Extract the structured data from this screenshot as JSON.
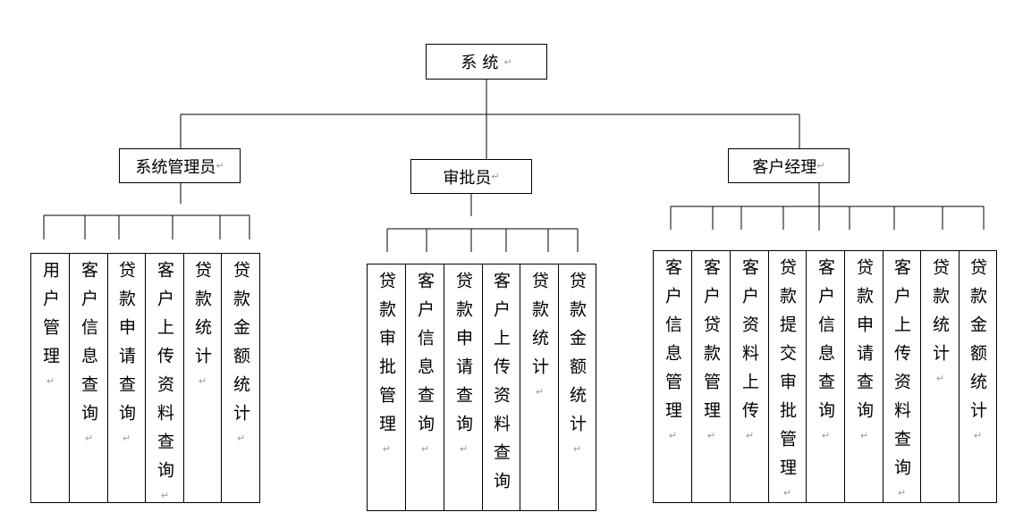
{
  "root": "系统",
  "branches": [
    {
      "label": "系统管理员",
      "leaves": [
        "用户管理",
        "客户信息查询",
        "贷款申请查询",
        "客户上传资料查询",
        "贷款统计",
        "贷款金额统计"
      ]
    },
    {
      "label": "审批员",
      "leaves": [
        "贷款审批管理",
        "客户信息查询",
        "贷款申请查询",
        "客户上传资料查询",
        "贷款统计",
        "贷款金额统计"
      ]
    },
    {
      "label": "客户经理",
      "leaves": [
        "客户信息管理",
        "客户贷款管理",
        "客户资料上传",
        "贷款提交审批管理",
        "客户信息查询",
        "贷款申请查询",
        "客户上传资料查询",
        "贷款统计",
        "贷款金额统计"
      ]
    }
  ],
  "paragraph_mark": "↵"
}
